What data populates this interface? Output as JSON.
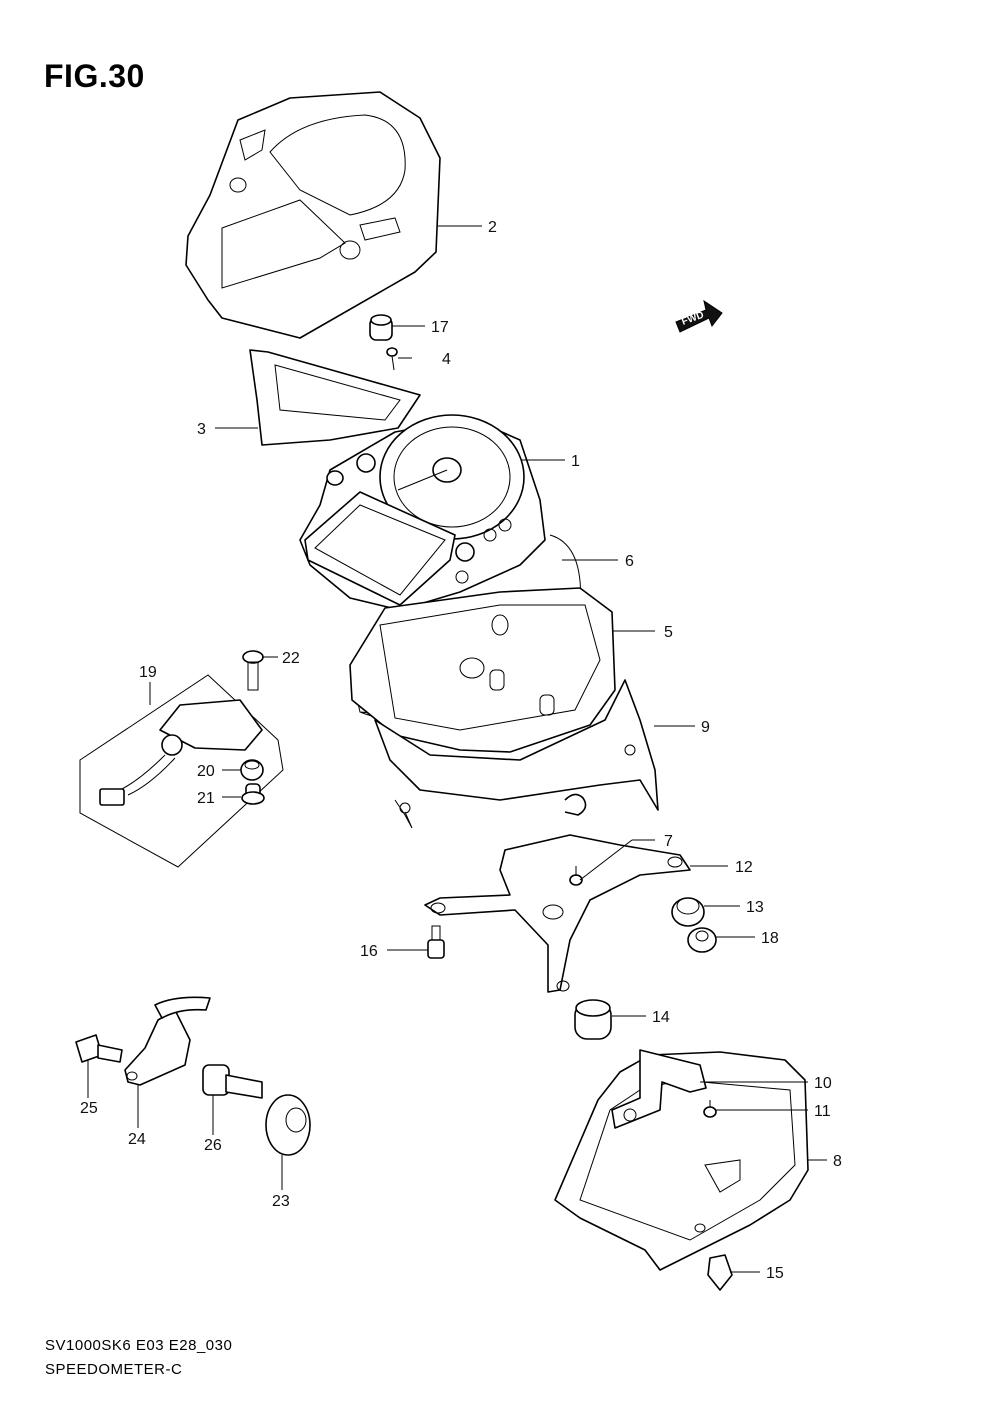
{
  "figure": {
    "title": "FIG.30",
    "code": "SV1000SK6 E03 E28_030",
    "name": "SPEEDOMETER-C",
    "fwd_label": "FWD"
  },
  "callouts": {
    "p1": "1",
    "p2": "2",
    "p3": "3",
    "p4": "4",
    "p5": "5",
    "p6": "6",
    "p7": "7",
    "p8": "8",
    "p9": "9",
    "p10": "10",
    "p11": "11",
    "p12": "12",
    "p13": "13",
    "p14": "14",
    "p15": "15",
    "p16": "16",
    "p17": "17",
    "p18": "18",
    "p19": "19",
    "p20": "20",
    "p21": "21",
    "p22": "22",
    "p23": "23",
    "p24": "24",
    "p25": "25",
    "p26": "26"
  }
}
